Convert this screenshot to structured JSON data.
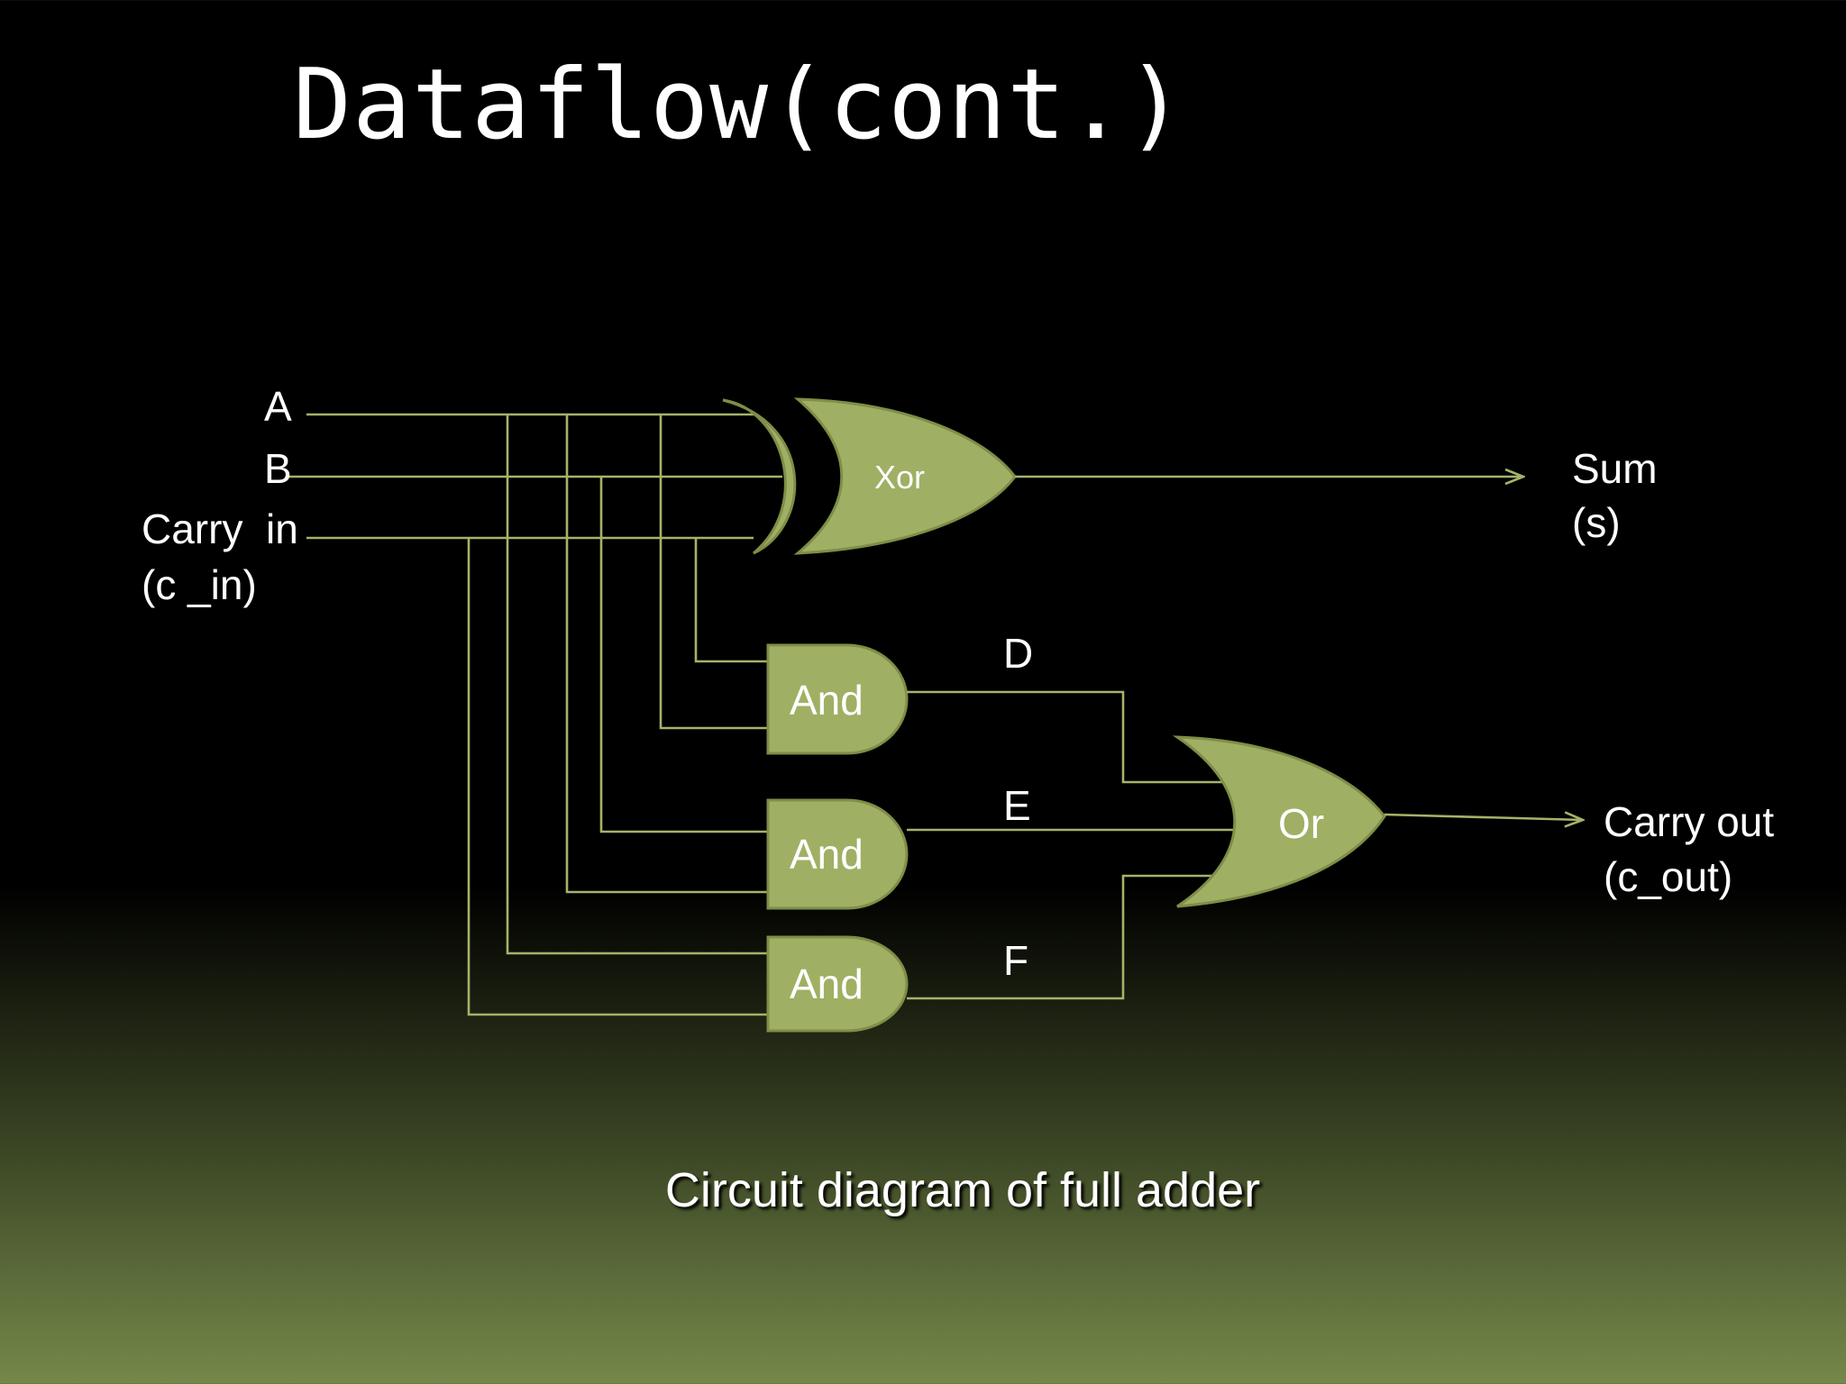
{
  "title": "Dataflow(cont.)",
  "caption": "Circuit diagram of full adder",
  "inputs": {
    "a": "A",
    "b": "B",
    "carry_in_line1": "Carry  in",
    "carry_in_line2": "(c _in)"
  },
  "outputs": {
    "sum_line1": "Sum",
    "sum_line2": "(s)",
    "carry_out_line1": "Carry out",
    "carry_out_line2": "(c_out)"
  },
  "gates": {
    "xor": "Xor",
    "and1": "And",
    "and2": "And",
    "and3": "And",
    "or": "Or"
  },
  "nets": {
    "d": "D",
    "e": "E",
    "f": "F"
  },
  "colors": {
    "gate_fill": "#9fb064",
    "wire": "#a4b36a",
    "background_top": "#000000",
    "background_bottom": "#758849"
  }
}
